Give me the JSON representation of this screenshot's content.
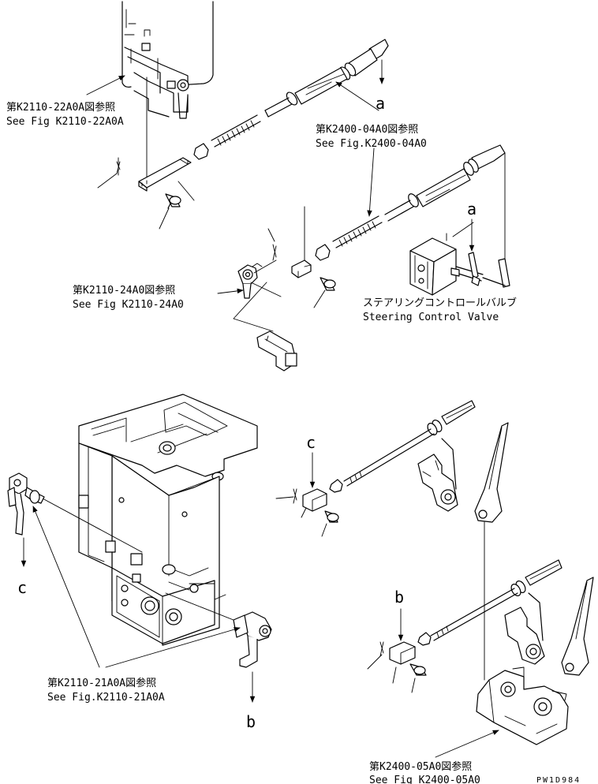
{
  "refs": {
    "r1": {
      "jp": "第K2110-22A0A図参照",
      "en": "See Fig K2110-22A0A"
    },
    "r2": {
      "jp": "第K2400-04A0図参照",
      "en": "See Fig.K2400-04A0"
    },
    "r3": {
      "jp": "第K2110-24A0図参照",
      "en": "See Fig K2110-24A0"
    },
    "r4": {
      "jp": "ステアリングコントロールバルブ",
      "en": "Steering Control Valve"
    },
    "r5": {
      "jp": "第K2110-21A0A図参照",
      "en": "See Fig.K2110-21A0A"
    },
    "r6": {
      "jp": "第K2400-05A0図参照",
      "en": "See Fig K2400-05A0"
    }
  },
  "markers": {
    "a_top": "a",
    "a_valve": "a",
    "c_left": "c",
    "c_mid": "c",
    "b_mid": "b",
    "b_bottom": "b"
  },
  "drawing_code": "PW1D984",
  "icons": {
    "arrow": "down-arrow-icon",
    "leader": "leader-arrow-icon"
  },
  "colors": {
    "ink": "#000000",
    "paper": "#ffffff"
  }
}
